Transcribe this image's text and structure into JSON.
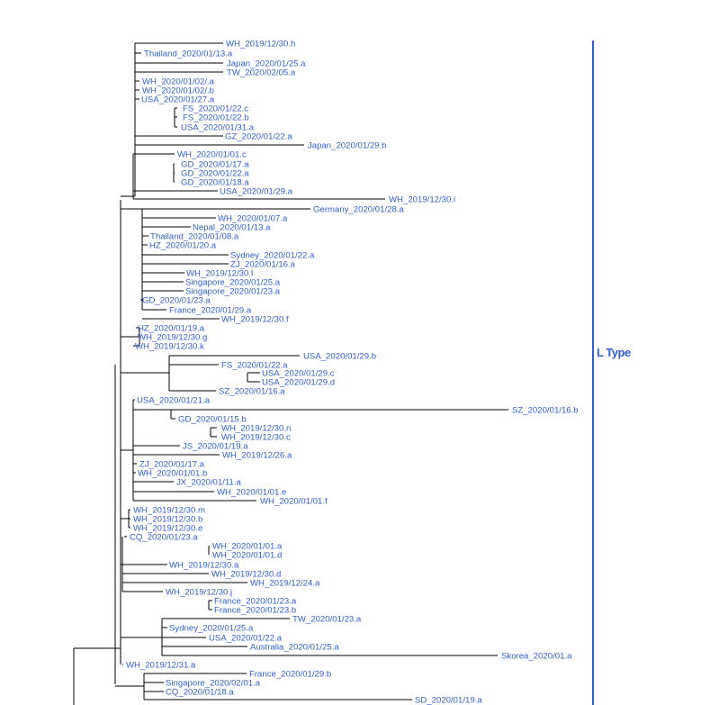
{
  "tree": {
    "branch_color": "#000000",
    "label_color": "#2f5fd0",
    "clade_bar_color": "#2f5fd0",
    "clade_label": "L Type",
    "leaves": [
      "WH_2019/12/30.h",
      "Thailand_2020/01/13.a",
      "Japan_2020/01/25.a",
      "TW_2020/02/05.a",
      "WH_2020/01/02/.a",
      "WH_2020/01/02/.b",
      "USA_2020/01/27.a",
      "FS_2020/01/22.c",
      "FS_2020/01/22.b",
      "USA_2020/01/31.a",
      "GZ_2020/01/22.a",
      "Japan_2020/01/29.b",
      "WH_2020/01/01.c",
      "GD_2020/01/17.a",
      "GD_2020/01/22.a",
      "GD_2020/01/18.a",
      "USA_2020/01/29.a",
      "WH_2019/12/30.i",
      "Germany_2020/01/28.a",
      "WH_2020/01/07.a",
      "Nepal_2020/01/13.a",
      "Thailand_2020/01/08.a",
      "HZ_2020/01/20.a",
      "Sydney_2020/01/22.a",
      "ZJ_2020/01/16.a",
      "WH_2019/12/30.l",
      "Singapore_2020/01/25.a",
      "Singapore_2020/01/23.a",
      "GD_2020/01/23.a",
      "France_2020/01/29.a",
      "WH_2019/12/30.f",
      "HZ_2020/01/19.a",
      "WH_2019/12/30.g",
      "WH_2019/12/30.k",
      "USA_2020/01/29.b",
      "FS_2020/01/22.a",
      "USA_2020/01/29.c",
      "USA_2020/01/29.d",
      "SZ_2020/01/16.a",
      "USA_2020/01/21.a",
      "SZ_2020/01/16.b",
      "GD_2020/01/15.b",
      "WH_2019/12/30.n",
      "WH_2019/12/30.c",
      "JS_2020/01/19.a",
      "WH_2019/12/26.a",
      "ZJ_2020/01/17.a",
      "WH_2020/01/01.b",
      "JX_2020/01/11.a",
      "WH_2020/01/01.e",
      "WH_2020/01/01.f",
      "WH_2019/12/30.m",
      "WH_2019/12/30.b",
      "WH_2019/12/30.e",
      "CQ_2020/01/23.a",
      "WH_2020/01/01.a",
      "WH_2020/01/01.d",
      "WH_2019/12/30.a",
      "WH_2019/12/30.d",
      "WH_2019/12/24.a",
      "WH_2019/12/30.j",
      "France_2020/01/23.a",
      "France_2020/01/23.b",
      "TW_2020/01/23.a",
      "Sydney_2020/01/25.a",
      "USA_2020/01/22.a",
      "Australia_2020/01/25.a",
      "Skorea_2020/01.a",
      "WH_2019/12/31.a",
      "France_2020/01/29.b",
      "Singapore_2020/02/01.a",
      "CQ_2020/01/18.a",
      "SD_2020/01/19.a"
    ]
  }
}
